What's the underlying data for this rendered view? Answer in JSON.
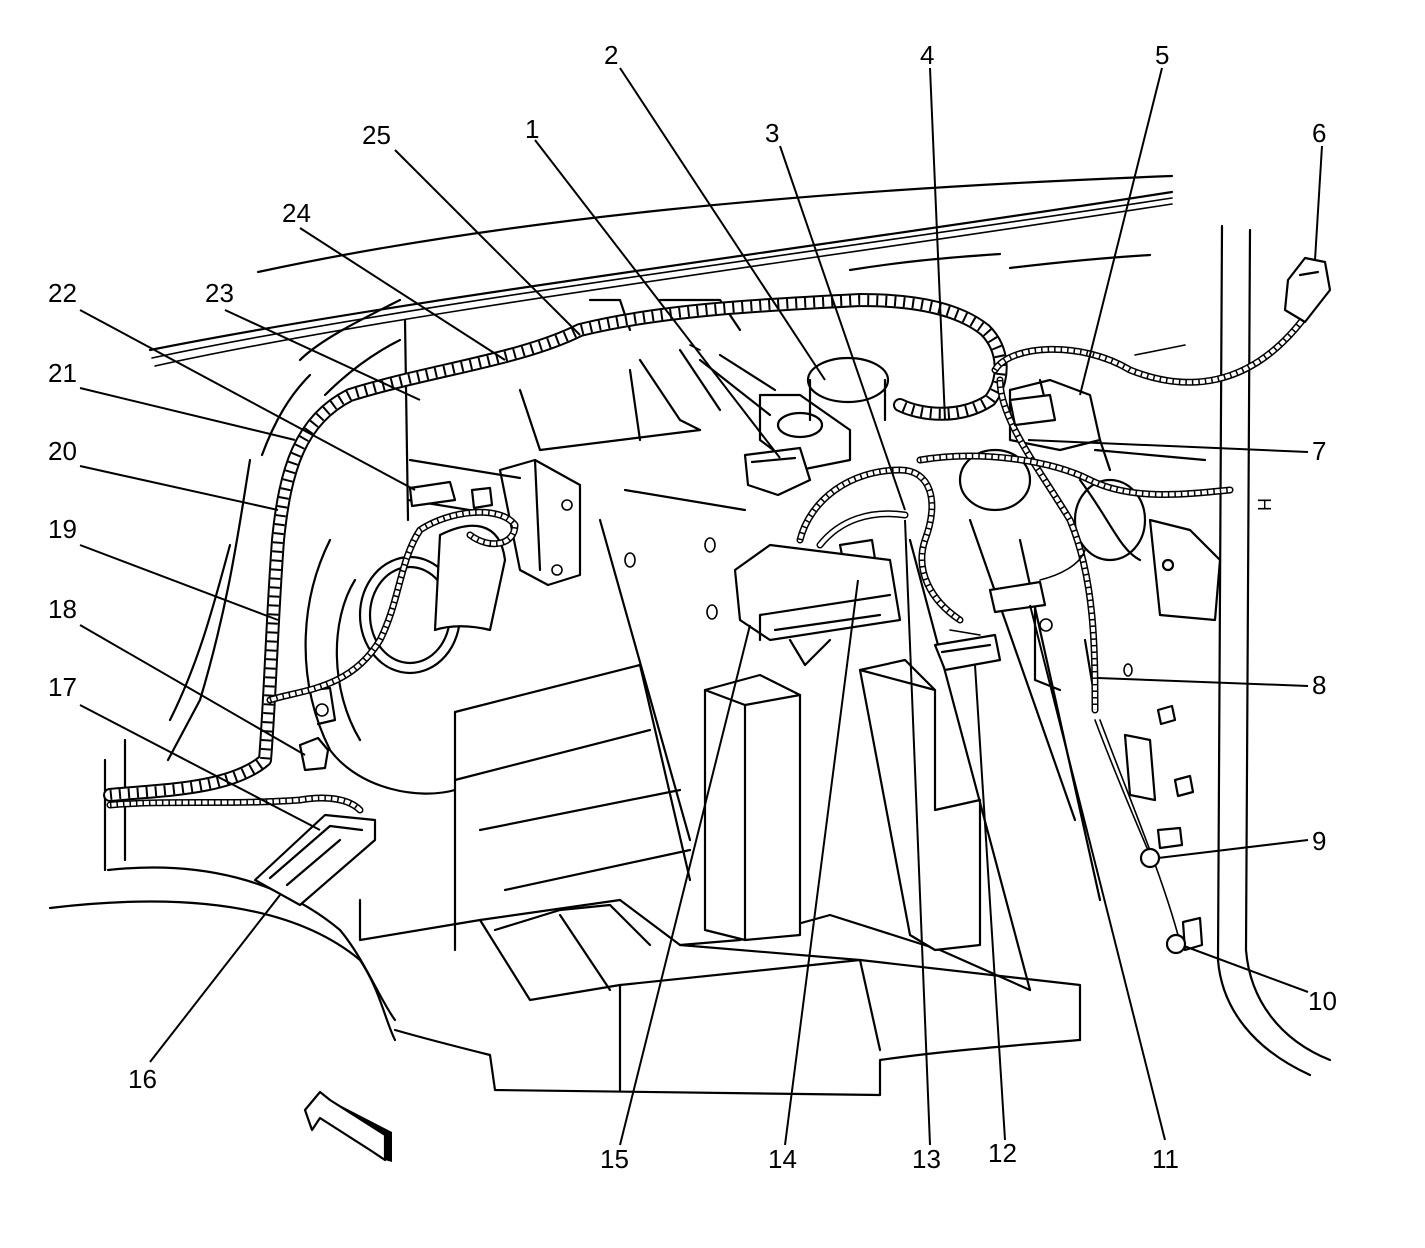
{
  "diagram": {
    "callouts": [
      {
        "id": "c1",
        "label": "1"
      },
      {
        "id": "c2",
        "label": "2"
      },
      {
        "id": "c3",
        "label": "3"
      },
      {
        "id": "c4",
        "label": "4"
      },
      {
        "id": "c5",
        "label": "5"
      },
      {
        "id": "c6",
        "label": "6"
      },
      {
        "id": "c7",
        "label": "7"
      },
      {
        "id": "c8",
        "label": "8"
      },
      {
        "id": "c9",
        "label": "9"
      },
      {
        "id": "c10",
        "label": "10"
      },
      {
        "id": "c11",
        "label": "11"
      },
      {
        "id": "c12",
        "label": "12"
      },
      {
        "id": "c13",
        "label": "13"
      },
      {
        "id": "c14",
        "label": "14"
      },
      {
        "id": "c15",
        "label": "15"
      },
      {
        "id": "c16",
        "label": "16"
      },
      {
        "id": "c17",
        "label": "17"
      },
      {
        "id": "c18",
        "label": "18"
      },
      {
        "id": "c19",
        "label": "19"
      },
      {
        "id": "c20",
        "label": "20"
      },
      {
        "id": "c21",
        "label": "21"
      },
      {
        "id": "c22",
        "label": "22"
      },
      {
        "id": "c23",
        "label": "23"
      },
      {
        "id": "c24",
        "label": "24"
      },
      {
        "id": "c25",
        "label": "25"
      }
    ],
    "side_mark": "H",
    "colors": {
      "ink": "#000000",
      "paper": "#ffffff"
    }
  }
}
